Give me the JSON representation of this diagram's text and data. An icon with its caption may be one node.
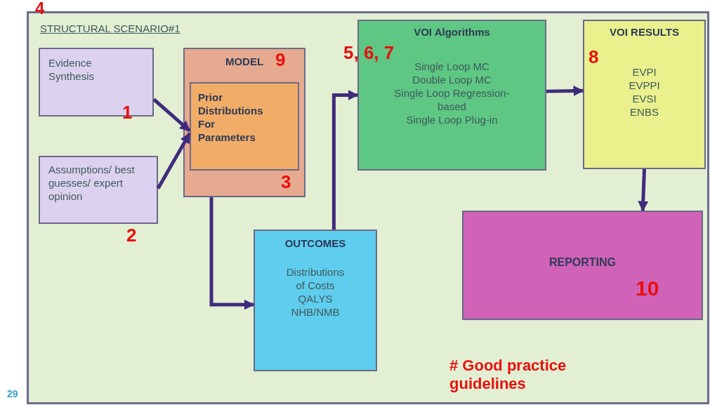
{
  "diagram": {
    "nodes": [
      {
        "text": [
          "STRUCTURAL SCENARIO#1"
        ]
      },
      {
        "text": [
          "Evidence Synthesis"
        ],
        "in": 0
      },
      {
        "text": [
          "Assumptions/ best guesses/ expert opinion"
        ],
        "in": 0
      },
      {
        "text": [
          "MODEL"
        ],
        "in": 0
      },
      {
        "text": [
          "Prior Distributions For Parameters"
        ],
        "in": 3
      },
      {
        "text": [
          "OUTCOMES",
          "Distributions of Costs QALYS NHB/NMB"
        ],
        "in": 0
      },
      {
        "text": [
          "VOI Algorithms",
          "Single Loop MC",
          "Double Loop MC",
          "Single Loop Regression-based",
          "Single Loop Plug-in"
        ],
        "in": 0
      },
      {
        "text": [
          "VOI RESULTS",
          "EVPI",
          "EVPPI",
          "EVSI",
          "ENBS"
        ],
        "in": 0
      },
      {
        "text": [
          "REPORTING"
        ],
        "in": 0
      }
    ],
    "edges": [
      {
        "from": 1,
        "to": 4,
        "arrow": "to"
      },
      {
        "from": 2,
        "to": 4,
        "arrow": "to"
      },
      {
        "from": 3,
        "to": 5,
        "arrow": "to"
      },
      {
        "from": 5,
        "to": 6,
        "arrow": "to"
      },
      {
        "from": 6,
        "to": 7,
        "arrow": "to"
      },
      {
        "from": 7,
        "to": 8,
        "arrow": "to"
      }
    ],
    "labels": [
      "4",
      "9",
      "5, 6, 7",
      "8",
      "1",
      "3",
      "2",
      "10",
      "# Good practice guidelines",
      "29"
    ]
  }
}
